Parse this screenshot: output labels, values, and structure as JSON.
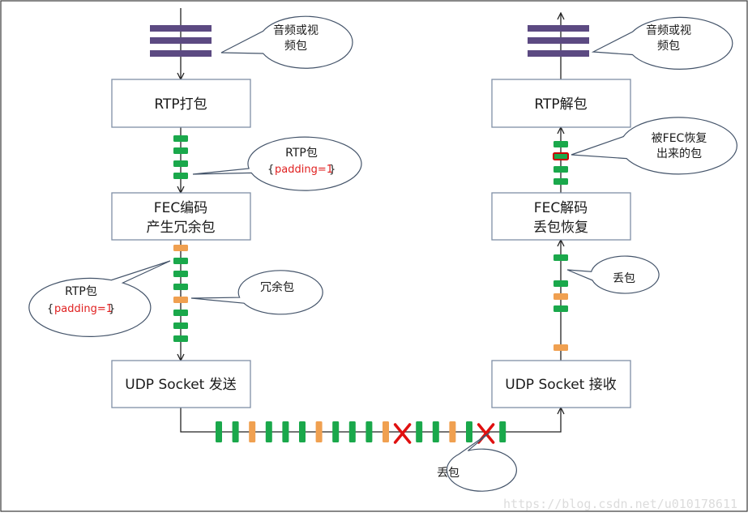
{
  "colors": {
    "rtp_packet": "#1aa84b",
    "redundant_packet": "#f0a050",
    "av_bars": "#5c4a82",
    "lost_mark": "#e01010",
    "recovered_outline": "#cc0000"
  },
  "boxes": {
    "rtp_pack": "RTP打包",
    "fec_encode_line1": "FEC编码",
    "fec_encode_line2": "产生冗余包",
    "udp_send": "UDP Socket 发送",
    "rtp_unpack": "RTP解包",
    "fec_decode_line1": "FEC解码",
    "fec_decode_line2": "丢包恢复",
    "udp_recv": "UDP Socket 接收"
  },
  "bubbles": {
    "av_left_line1": "音频或视",
    "av_left_line2": "频包",
    "av_right_line1": "音频或视",
    "av_right_line2": "频包",
    "rtp_upper_title": "RTP包",
    "rtp_upper_brace_open": "{",
    "rtp_upper_padding": "padding=1",
    "rtp_upper_brace_close": "}",
    "rtp_lower_title": "RTP包",
    "rtp_lower_brace_open": "{",
    "rtp_lower_padding": "padding=1",
    "rtp_lower_brace_close": "}",
    "redundant": "冗余包",
    "recovered_line1": "被FEC恢复",
    "recovered_line2": "出来的包",
    "lost_right": "丢包",
    "lost_bottom": "丢包"
  },
  "packet_streams": {
    "after_rtp_pack": [
      "rtp",
      "rtp",
      "rtp",
      "rtp"
    ],
    "after_fec_encode": [
      "red",
      "rtp",
      "rtp",
      "rtp",
      "red",
      "rtp",
      "rtp",
      "rtp"
    ],
    "network": [
      "rtp",
      "rtp",
      "red",
      "rtp",
      "rtp",
      "rtp",
      "red",
      "rtp",
      "rtp",
      "rtp",
      "red",
      "lost",
      "rtp",
      "rtp",
      "red",
      "rtp",
      "lost",
      "rtp"
    ],
    "before_fec_decode": [
      "rtp",
      "rtp",
      "red",
      "rtp",
      "red"
    ],
    "after_fec_decode": [
      "rtp",
      "recovered",
      "rtp",
      "rtp"
    ]
  },
  "watermark": "https://blog.csdn.net/u010178611"
}
